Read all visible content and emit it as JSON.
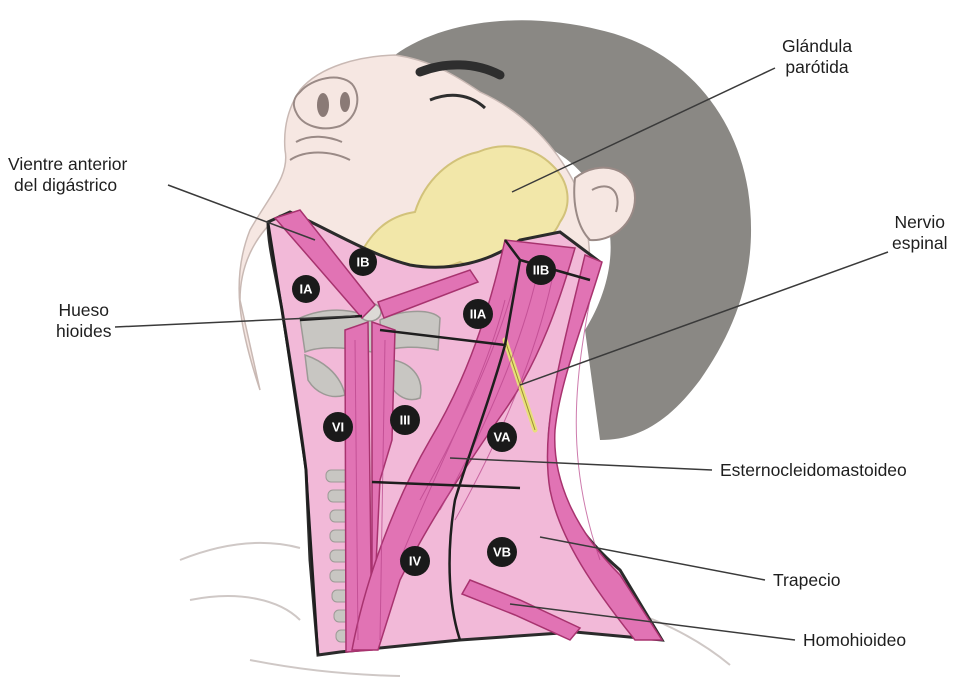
{
  "colors": {
    "hair": "#8a8884",
    "skin": "#f6e7e2",
    "muscle": "#e173b4",
    "muscle_line": "#a8336f",
    "region_fill": "#f2b9d8",
    "gland": "#f2e7a9",
    "cartilage": "#c8c6c2",
    "nerve": "#e8df7a",
    "badge": "#1a1a1a",
    "leader": "#3a3a3a"
  },
  "labels": {
    "parotid": [
      "Glándula",
      "parótida"
    ],
    "digastric": [
      "Vientre anterior",
      "del digástrico"
    ],
    "spinal_nerve": [
      "Nervio",
      "espinal"
    ],
    "hyoid": [
      "Hueso",
      "hioides"
    ],
    "scm": [
      "Esternocleidomastoideo"
    ],
    "trapezius": [
      "Trapecio"
    ],
    "omohyoid": [
      "Homohioideo"
    ]
  },
  "levels": {
    "IA": "IA",
    "IB": "IB",
    "IIA": "IIA",
    "IIB": "IIB",
    "III": "III",
    "IV": "IV",
    "VA": "VA",
    "VB": "VB",
    "VI": "VI"
  }
}
